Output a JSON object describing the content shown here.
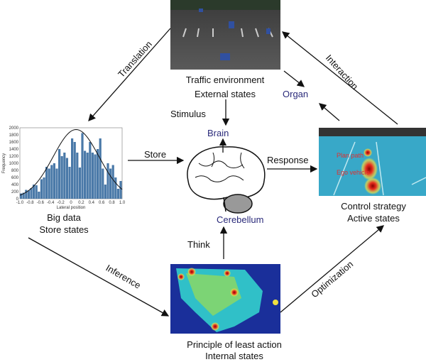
{
  "traffic": {
    "line1": "Traffic environment",
    "line2": "External states"
  },
  "bigdata": {
    "line1": "Big data",
    "line2": "Store states"
  },
  "control": {
    "line1": "Control strategy",
    "line2": "Active states",
    "plan_path": "Plan path",
    "ego_vehicle": "Ego vehicle"
  },
  "principle": {
    "line1": "Principle of least action",
    "line2": "Internal states"
  },
  "brain": {
    "brain": "Brain",
    "cerebellum": "Cerebellum",
    "organ": "Organ"
  },
  "arrows": {
    "translation": "Translation",
    "interaction": "Interaction",
    "stimulus": "Stimulus",
    "store": "Store",
    "response": "Response",
    "think": "Think",
    "inference": "Inference",
    "optimization": "Optimization"
  },
  "colors": {
    "accent": "#2a2a7a",
    "bar": "#4a79a8"
  },
  "chart_data": {
    "type": "bar",
    "xlabel": "Lateral position",
    "ylabel": "Frequency",
    "xlim": [
      -1,
      1
    ],
    "ylim": [
      0,
      2000
    ],
    "xticks": [
      "-1.0",
      "-0.8",
      "-0.6",
      "-0.4",
      "-0.2",
      "0",
      "0.2",
      "0.4",
      "0.6",
      "0.8",
      "1.0"
    ],
    "yticks": [
      "0",
      "200",
      "400",
      "600",
      "800",
      "1000",
      "1200",
      "1400",
      "1600",
      "1800",
      "2000"
    ],
    "values": [
      150,
      170,
      250,
      230,
      300,
      400,
      380,
      200,
      550,
      600,
      900,
      850,
      950,
      1000,
      850,
      1400,
      1200,
      1300,
      1150,
      900,
      1700,
      1600,
      1300,
      880,
      1850,
      1350,
      1300,
      1600,
      1300,
      1250,
      1400,
      1700,
      850,
      400,
      1000,
      850,
      950,
      600,
      280,
      500
    ],
    "fit": {
      "type": "normal",
      "mean": 0.1,
      "peak": 1950,
      "sigma": 0.45
    }
  }
}
